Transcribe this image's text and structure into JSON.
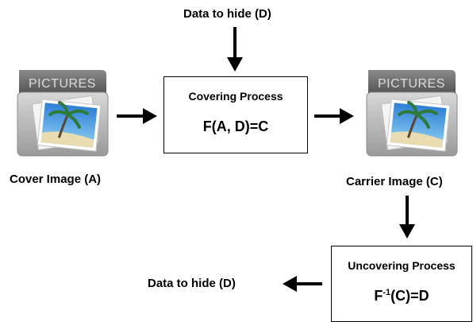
{
  "top_input_label": "Data to hide (D)",
  "cover_image": {
    "folder_text": "PICTURES",
    "caption": "Cover Image (A)"
  },
  "carrier_image": {
    "folder_text": "PICTURES",
    "caption": "Carrier Image (C)"
  },
  "covering_box": {
    "title": "Covering Process",
    "formula": "F(A, D)=C"
  },
  "uncovering_box": {
    "title": "Uncovering Process",
    "formula_prefix": "F",
    "formula_sup": "-1",
    "formula_suffix": "(C)=D"
  },
  "bottom_output_label": "Data to hide (D)",
  "icons": {
    "cover": "pictures-folder-icon",
    "carrier": "pictures-folder-icon"
  }
}
